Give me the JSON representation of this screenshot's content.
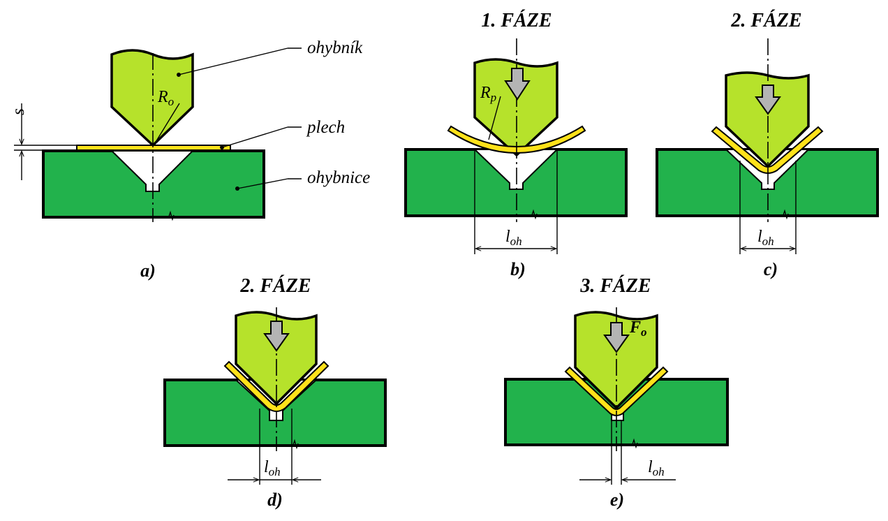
{
  "phases": {
    "b": "1. FÁZE",
    "c": "2. FÁZE",
    "d": "2. FÁZE",
    "e": "3. FÁZE"
  },
  "panels": {
    "a": "a)",
    "b": "b)",
    "c": "c)",
    "d": "d)",
    "e": "e)"
  },
  "labels": {
    "punch": "ohybník",
    "sheet": "plech",
    "die": "ohybnice",
    "thickness": "s",
    "punch_radius": {
      "base": "R",
      "sub": "o"
    },
    "bend_radius": {
      "base": "R",
      "sub": "p"
    },
    "bend_length": {
      "base": "l",
      "sub": "oh"
    },
    "force": {
      "base": "F",
      "sub": "o"
    }
  },
  "colors": {
    "die": "#22b24c",
    "punch": "#b6e22b",
    "sheet": "#ffe21a",
    "arrow": "#b4b4b4"
  },
  "icons": {
    "force_arrow": "down-arrow-icon"
  }
}
